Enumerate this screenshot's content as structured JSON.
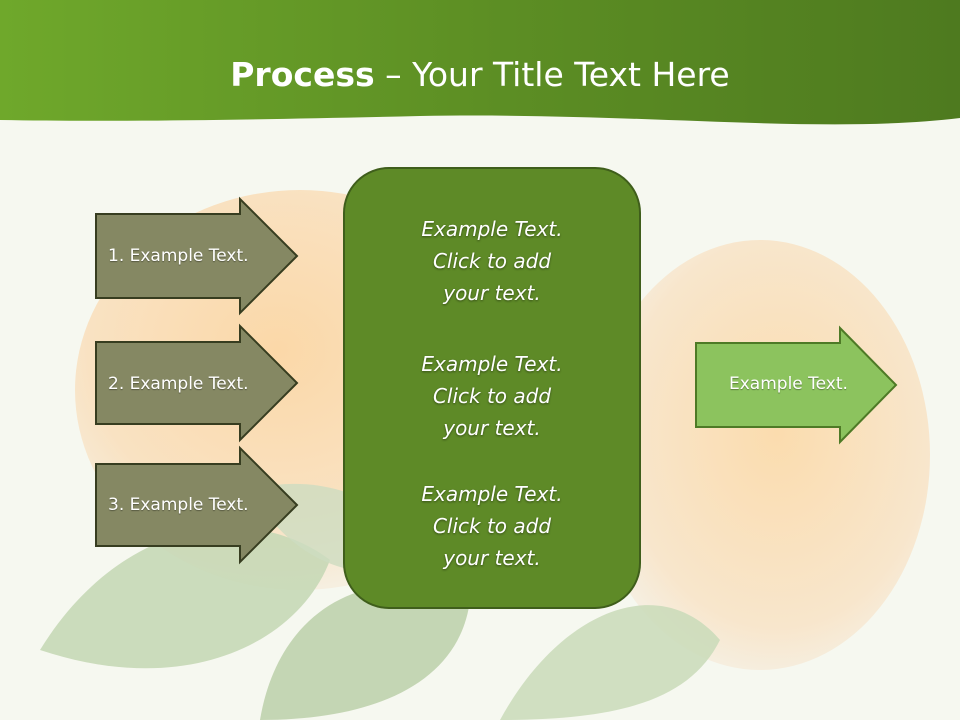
{
  "slide": {
    "title_bold": "Process",
    "title_rest": " – Your Title Text Here"
  },
  "inputs": [
    {
      "label": "1. Example Text."
    },
    {
      "label": "2. Example Text."
    },
    {
      "label": "3. Example Text."
    }
  ],
  "center_box": {
    "paragraphs": [
      "Example Text.\nClick  to add\nyour text.",
      "Example Text.\nClick  to add\nyour text.",
      "Example Text.\nClick  to add\nyour text."
    ]
  },
  "output": {
    "label": "Example Text."
  },
  "colors": {
    "header_green": "#5f8f26",
    "input_arrow_fill": "#858863",
    "input_arrow_stroke": "#373d20",
    "center_fill": "#5e8a27",
    "center_stroke": "#3f5e1b",
    "output_arrow_fill": "#8cc35e",
    "output_arrow_stroke": "#4e7a26"
  },
  "background": {
    "subject": "apricot-with-leaves-photo"
  }
}
